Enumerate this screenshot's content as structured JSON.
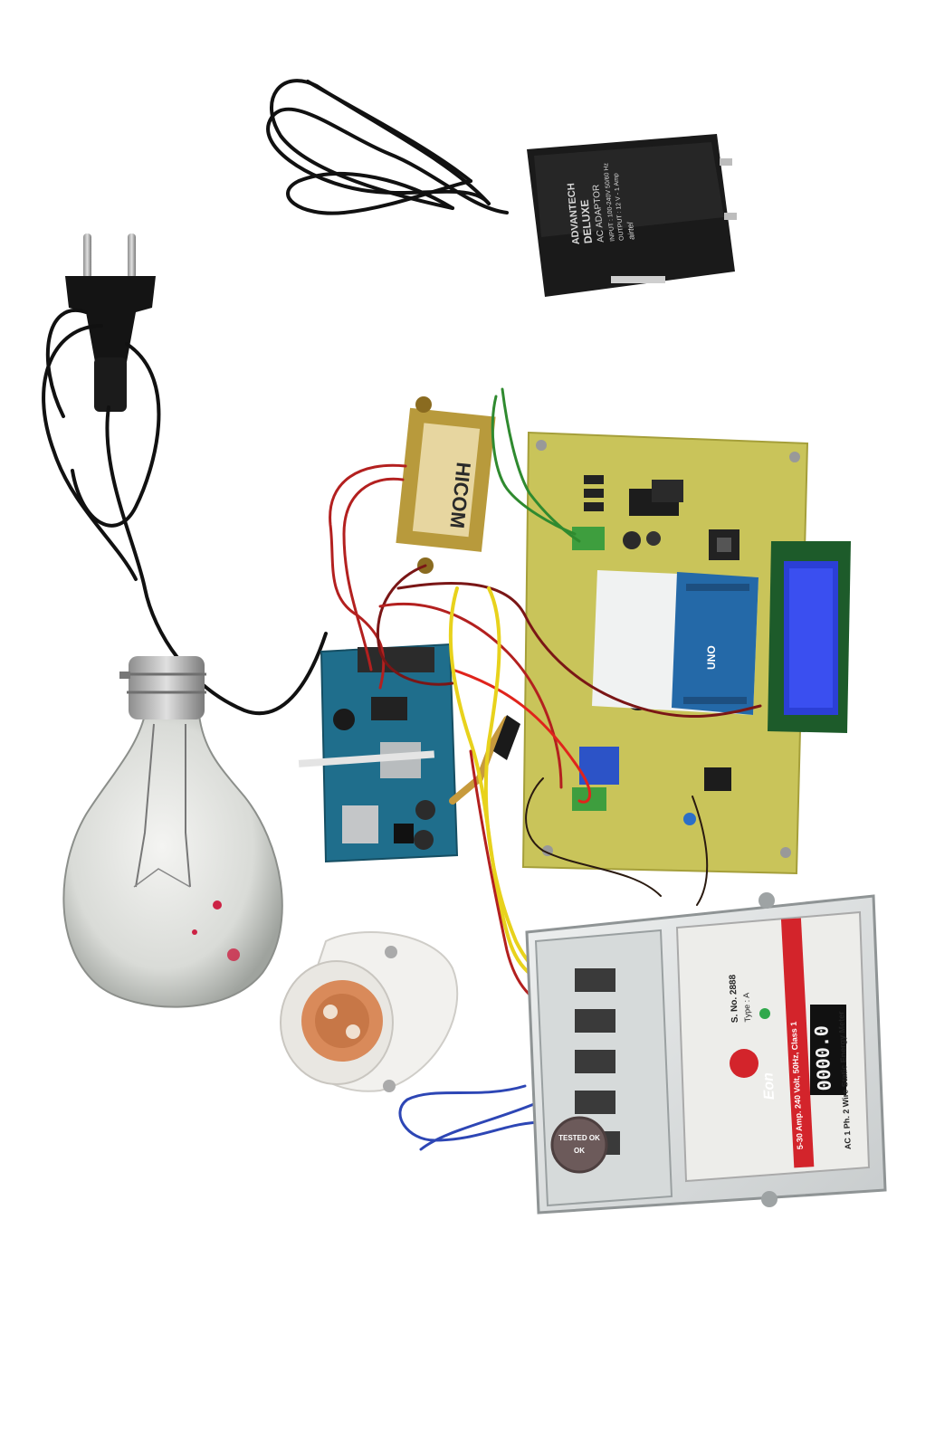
{
  "adapter": {
    "brand": "ADVANTECH",
    "model": "DELUXE",
    "type": "AC ADAPTOR",
    "input": "INPUT : 100-240V 50/60 Hz",
    "output": "OUTPUT : 12 V - 1 Amp",
    "vendor": "airtel"
  },
  "transformer": {
    "label": "HICOM"
  },
  "arduino": {
    "label": "UNO"
  },
  "meter": {
    "title": "AC 1 Ph. 2 Wire Static Energy Meter",
    "rating": "5-30 Amp. 240 Volt, 50Hz, Class 1",
    "serial": "S. No. 2888",
    "type": "Type : A",
    "reading": "0000.0",
    "brand": "Eon",
    "sticker_line1": "TESTED OK",
    "sticker_line2": "OK"
  },
  "colors": {
    "pcb": "#c9c45a",
    "gsm_board": "#1f6e8c",
    "arduino": "#2469a8",
    "lcd": "#2b3fd6",
    "adapter": "#1a1a1a",
    "wire_red": "#b3201f",
    "wire_yellow": "#e8d21c",
    "wire_green": "#2f8a2f",
    "wire_blue": "#2d46b5"
  }
}
